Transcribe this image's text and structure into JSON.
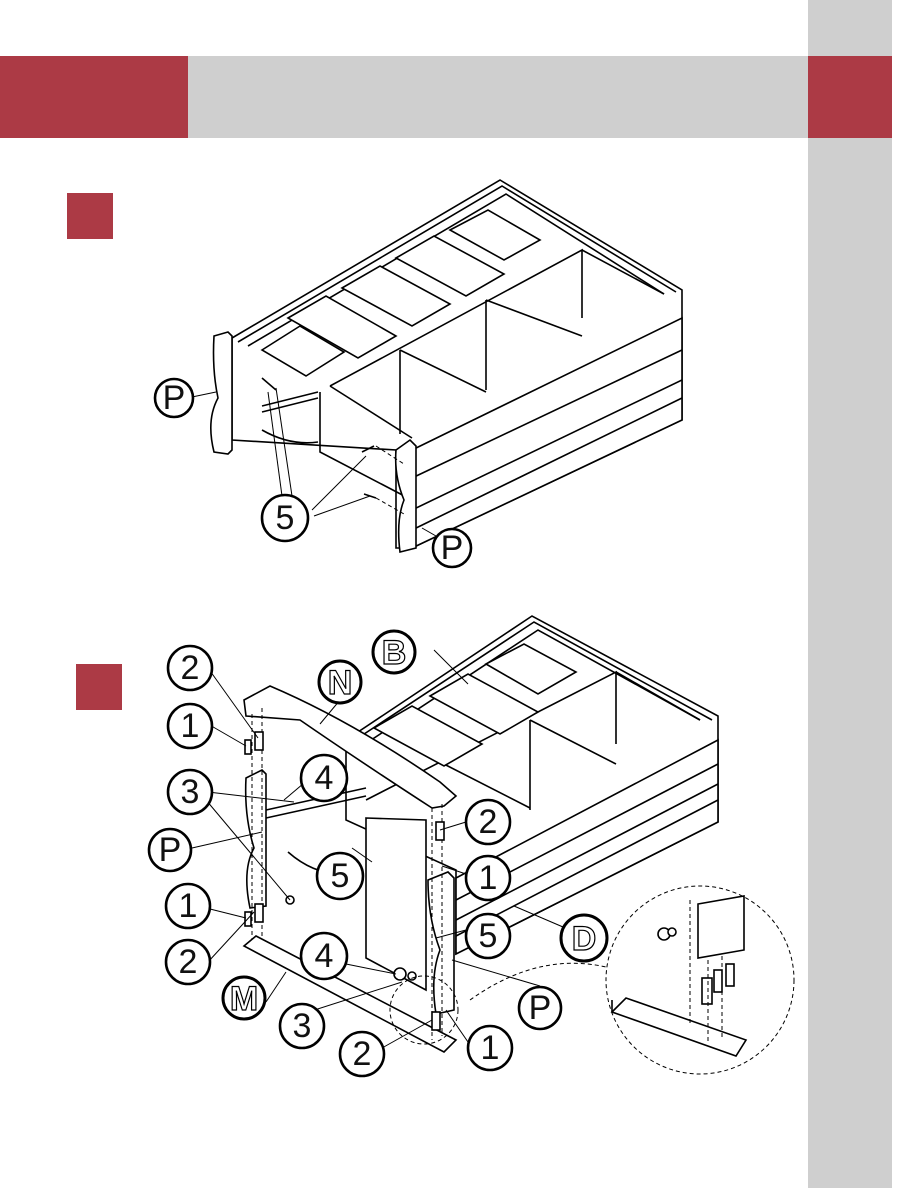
{
  "colors": {
    "accent": "#ac3a45",
    "band": "#cfcfcf"
  },
  "step1": {
    "labels": {
      "p_left": "P",
      "p_right": "P",
      "screw": "5"
    }
  },
  "step2": {
    "labels": {
      "b": "B",
      "n": "N",
      "d": "D",
      "m": "M",
      "p1": "P",
      "p2": "P",
      "two_a": "2",
      "one_a": "1",
      "three_a": "3",
      "four_a": "4",
      "five_a": "5",
      "one_b": "1",
      "two_b": "2",
      "four_b": "4",
      "three_b": "3",
      "two_c": "2",
      "two_d": "2",
      "one_c": "1",
      "five_b": "5",
      "one_d": "1"
    }
  }
}
